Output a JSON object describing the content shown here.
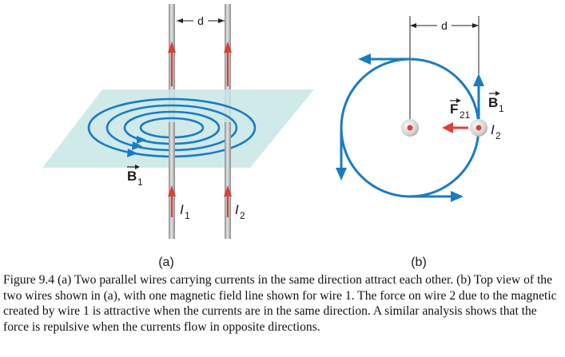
{
  "figure": {
    "panel_a": {
      "label": "(a)",
      "separation_label": "d",
      "field_label": "B",
      "field_subscript": "1",
      "current_1_label": "I",
      "current_1_subscript": "1",
      "current_2_label": "I",
      "current_2_subscript": "2"
    },
    "panel_b": {
      "label": "(b)",
      "separation_label": "d",
      "field_label": "B",
      "field_subscript": "1",
      "force_label": "F",
      "force_subscript": "21",
      "current_2_label": "I",
      "current_2_subscript": "2"
    },
    "colors": {
      "field_line": "#1a7bc4",
      "current_arrow": "#d9413a",
      "plane": "#c8e6e6",
      "wire": "#b0b0b0"
    }
  },
  "caption": {
    "text": "Figure 9.4 (a) Two parallel wires carrying currents in the same direction attract each other. (b) Top view of the two wires shown in (a), with one magnetic field line shown for wire 1. The force on wire 2 due to the magnetic created by wire 1 is attractive when the currents are in the same direction. A similar analysis shows that the force is repulsive when the currents flow in opposite directions."
  }
}
